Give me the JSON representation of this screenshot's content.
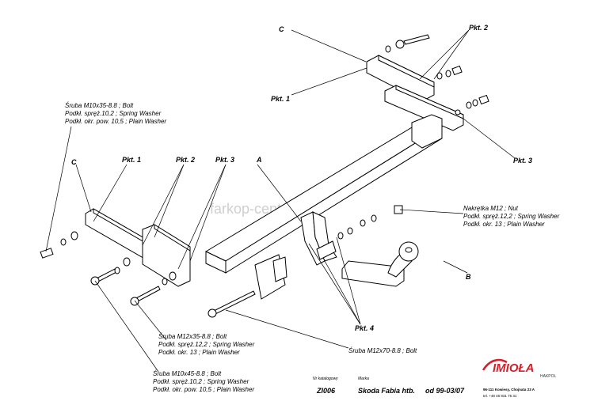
{
  "watermark": "farkop-center.ru",
  "callouts": {
    "pkt1_top": "Pkt. 1",
    "pkt2_top": "Pkt. 2",
    "pkt3_right": "Pkt. 3",
    "pkt1_left": "Pkt. 1",
    "pkt2_left": "Pkt. 2",
    "pkt3_left": "Pkt. 3",
    "pkt4": "Pkt. 4",
    "letter_a": "A",
    "letter_b": "B",
    "letter_c_top": "C",
    "letter_c_left": "C"
  },
  "notes": {
    "top_left": [
      "Śruba M10x35-8.8 ;  Bolt",
      "Podkł. spręż.10,2 ;  Spring Washer",
      "Podkł. okr. pow. 10,5 ; Plain Washer"
    ],
    "right": [
      "Nakrętka  M12 ;  Nut",
      "Podkł. spręż.12,2 ;  Spring Washer",
      "Podkł. okr. 13 ; Plain Washer"
    ],
    "mid_left": [
      "Śruba  M12x35-8.8 ;  Bolt",
      "Podkł. spręż.12,2 ;  Spring Washer",
      "Podkł. okr. 13 ; Plain Washer"
    ],
    "bolt_m12x70": "Śruba  M12x70-8.8 ;  Bolt",
    "bottom_left": [
      "Śruba  M10x45-8.8 ;  Bolt",
      "Podkł. spręż.10,2 ;  Spring Washer",
      "Podkł. okr. pow. 10,5 ; Plain Washer"
    ]
  },
  "footer": {
    "catalog_caption": "Nr katalogowy",
    "catalog_no": "ZI006",
    "brand_caption": "Marka",
    "model": "Skoda Fabia htb.",
    "from_label": "od  99-03/07",
    "logo_text": "IMIOŁA",
    "logo_sub": "HAKPOL",
    "address": "96-111 Kowiesy, Chojnata 23 A",
    "phone": "tel. +48 46 831 75 31"
  },
  "colors": {
    "logo_red": "#d4202a",
    "watermark": "#cfcfcf"
  }
}
